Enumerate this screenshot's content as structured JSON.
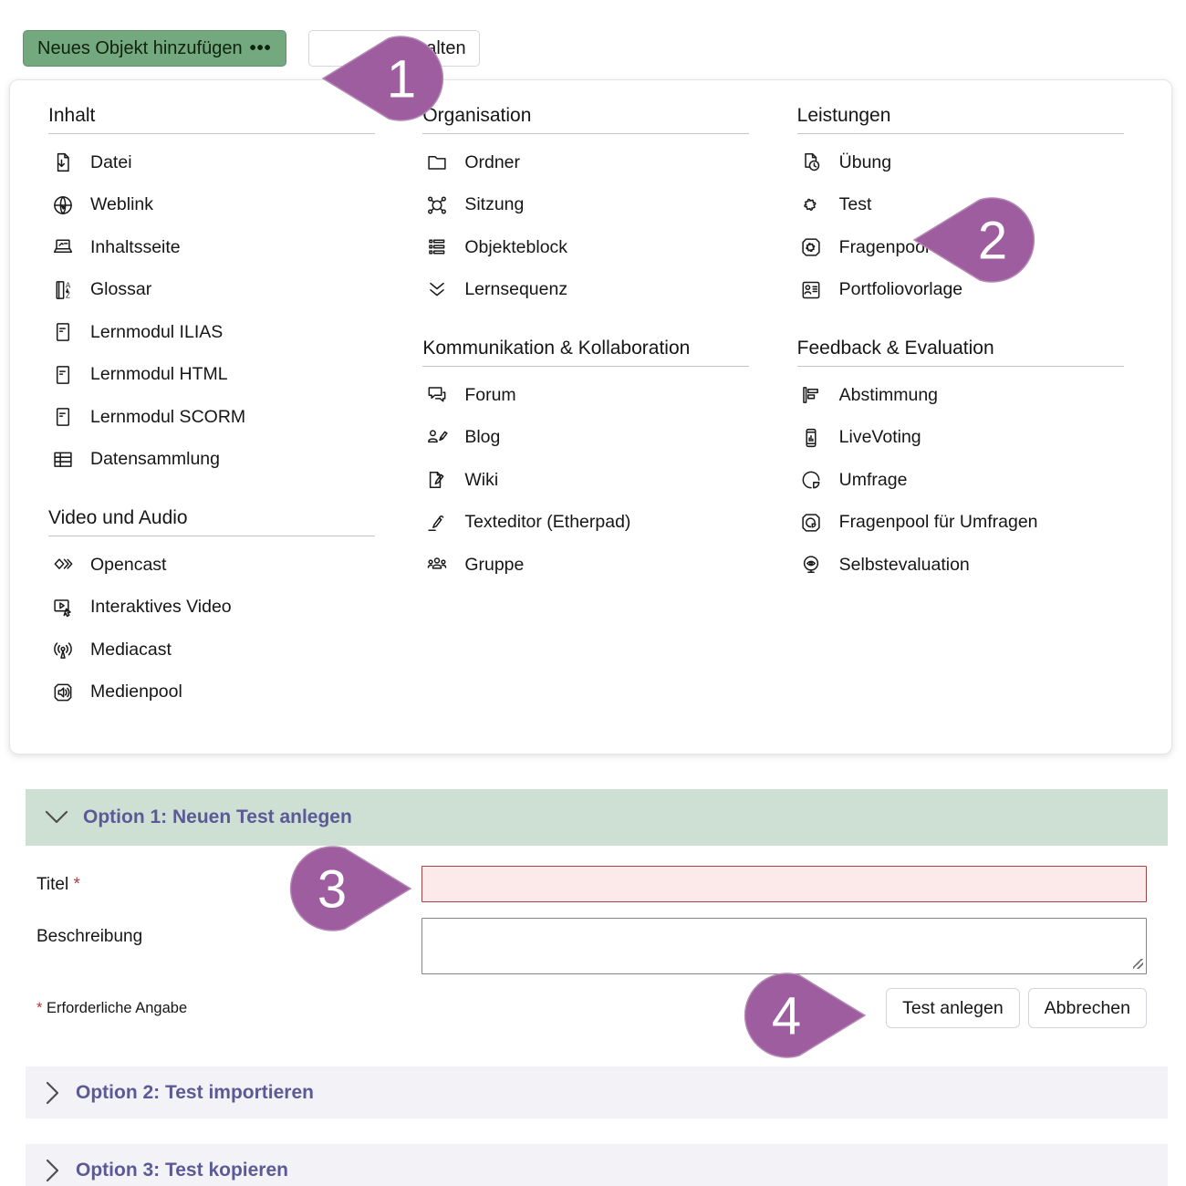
{
  "toolbar": {
    "add_object_button": "Neues Objekt hinzufügen",
    "add_object_ellipsis": "•••",
    "secondary_button_visible_text": "alten"
  },
  "menu": {
    "columns": [
      {
        "sections": [
          {
            "title": "Inhalt",
            "items": [
              {
                "icon": "file-download-icon",
                "label": "Datei"
              },
              {
                "icon": "globe-icon",
                "label": "Weblink"
              },
              {
                "icon": "laptop-page-icon",
                "label": "Inhaltsseite"
              },
              {
                "icon": "glossary-az-icon",
                "label": "Glossar"
              },
              {
                "icon": "learning-module-icon",
                "label": "Lernmodul ILIAS"
              },
              {
                "icon": "learning-module-icon",
                "label": "Lernmodul HTML"
              },
              {
                "icon": "learning-module-icon",
                "label": "Lernmodul SCORM"
              },
              {
                "icon": "data-table-icon",
                "label": "Datensammlung"
              }
            ]
          },
          {
            "title": "Video und Audio",
            "items": [
              {
                "icon": "opencast-icon",
                "label": "Opencast"
              },
              {
                "icon": "interactive-video-icon",
                "label": "Interaktives Video"
              },
              {
                "icon": "broadcast-icon",
                "label": "Mediacast"
              },
              {
                "icon": "speaker-box-icon",
                "label": "Medienpool"
              }
            ]
          }
        ]
      },
      {
        "sections": [
          {
            "title": "Organisation",
            "items": [
              {
                "icon": "folder-icon",
                "label": "Ordner"
              },
              {
                "icon": "network-icon",
                "label": "Sitzung"
              },
              {
                "icon": "list-block-icon",
                "label": "Objekteblock"
              },
              {
                "icon": "double-chevron-down-icon",
                "label": "Lernsequenz"
              }
            ]
          },
          {
            "title": "Kommunikation & Kollabo­ration",
            "items": [
              {
                "icon": "forum-bubbles-icon",
                "label": "Forum"
              },
              {
                "icon": "person-pencil-icon",
                "label": "Blog"
              },
              {
                "icon": "page-pencil-icon",
                "label": "Wiki"
              },
              {
                "icon": "pen-writing-icon",
                "label": "Texteditor (Etherpad)"
              },
              {
                "icon": "group-icon",
                "label": "Gruppe"
              }
            ]
          }
        ]
      },
      {
        "sections": [
          {
            "title": "Leistungen",
            "items": [
              {
                "icon": "page-clock-icon",
                "label": "Übung"
              },
              {
                "icon": "puzzle-icon",
                "label": "Test"
              },
              {
                "icon": "puzzle-box-icon",
                "label": "Fragenpool für Tests"
              },
              {
                "icon": "id-card-icon",
                "label": "Portfoliovorlage"
              }
            ]
          },
          {
            "title": "Feedback & Evaluation",
            "items": [
              {
                "icon": "bar-chart-icon",
                "label": "Abstimmung"
              },
              {
                "icon": "phone-chart-icon",
                "label": "LiveVoting"
              },
              {
                "icon": "pie-chart-icon",
                "label": "Umfrage"
              },
              {
                "icon": "pie-box-icon",
                "label": "Fragenpool für Umfragen"
              },
              {
                "icon": "mirror-eye-icon",
                "label": "Selbstevaluation"
              }
            ]
          }
        ]
      }
    ]
  },
  "form": {
    "option1": {
      "title": "Option 1: Neuen Test anlegen"
    },
    "fields": {
      "title_label": "Titel",
      "required_marker": "*",
      "title_value": "",
      "description_label": "Beschreibung",
      "description_value": ""
    },
    "required_note": "Erforderliche Angabe",
    "buttons": {
      "submit": "Test anlegen",
      "cancel": "Abbrechen"
    },
    "option2": {
      "title": "Option 2: Test importieren"
    },
    "option3": {
      "title": "Option 3: Test kopieren"
    }
  },
  "callouts": [
    {
      "number": "1"
    },
    {
      "number": "2"
    },
    {
      "number": "3"
    },
    {
      "number": "4"
    }
  ],
  "colors": {
    "primary_button_green": "#74a97f",
    "section_header_green": "#cde0d3",
    "collapsed_header_lavender": "#f3f2f6",
    "heading_purple": "#5c5a96",
    "callout_purple": "#9e5d9f",
    "required_red": "#b23b3b",
    "error_field_background": "#fceaea",
    "error_field_border": "#a04545"
  }
}
